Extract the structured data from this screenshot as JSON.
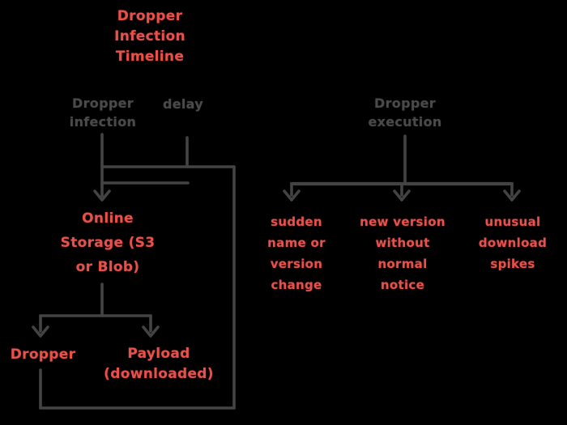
{
  "diagram": {
    "colors": {
      "background": "#000000",
      "accent_red": "#e8504a",
      "line_gray": "#4a4a4a"
    },
    "title": {
      "lines": [
        "Dropper",
        "Infection",
        "Timeline"
      ]
    },
    "nodes": {
      "left_header": {
        "lines": [
          "Dropper",
          "infection"
        ]
      },
      "delay": {
        "label": "delay"
      },
      "right_header": {
        "lines": [
          "Dropper",
          "execution"
        ]
      },
      "online_storage": {
        "lines": [
          "Online",
          "Storage (S3",
          "or Blob)"
        ]
      },
      "dropper": {
        "label": "Dropper"
      },
      "payload": {
        "lines": [
          "Payload",
          "(downloaded)"
        ]
      },
      "indicator_name_change": {
        "lines": [
          "sudden",
          "name or",
          "version",
          "change"
        ]
      },
      "indicator_silent_version": {
        "lines": [
          "new version",
          "without",
          "normal",
          "notice"
        ]
      },
      "indicator_download_spike": {
        "lines": [
          "unusual",
          "download",
          "spikes"
        ]
      }
    }
  }
}
